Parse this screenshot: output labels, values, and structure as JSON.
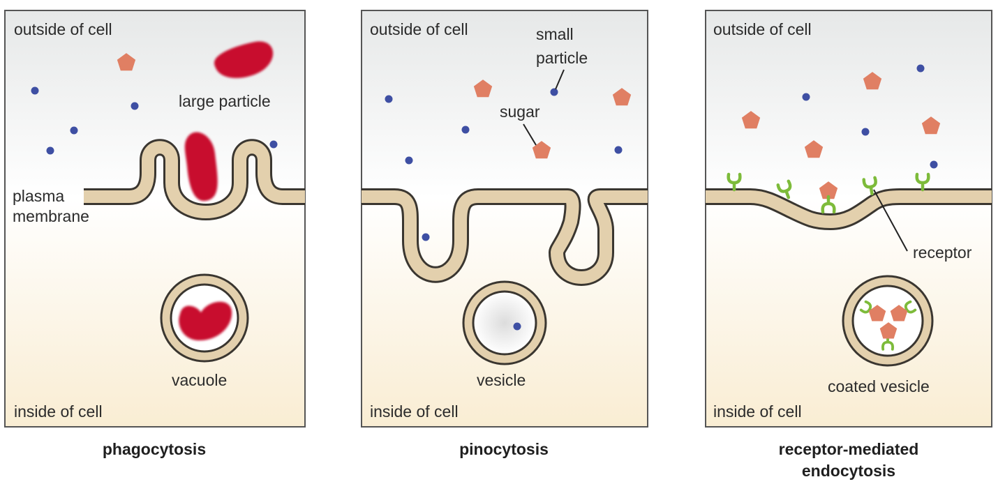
{
  "colors": {
    "membrane_fill": "#e3d0ad",
    "membrane_stroke": "#3a3630",
    "outside_tint": "#e9eaea",
    "inside_tint": "#faf0d8",
    "large_particle": "#c8102e",
    "sugar": "#e07f63",
    "small_particle": "#3e4fa3",
    "receptor": "#7dbb3a"
  },
  "panels": [
    {
      "caption": "phagocytosis",
      "outside_label": "outside of cell",
      "inside_label": "inside of cell",
      "labels": {
        "large_particle": "large particle",
        "plasma_membrane_line1": "plasma",
        "plasma_membrane_line2": "membrane",
        "vacuole": "vacuole"
      }
    },
    {
      "caption": "pinocytosis",
      "outside_label": "outside of cell",
      "inside_label": "inside of cell",
      "labels": {
        "small_particle_line1": "small",
        "small_particle_line2": "particle",
        "sugar": "sugar",
        "vesicle": "vesicle"
      }
    },
    {
      "caption_line1": "receptor-mediated",
      "caption_line2": "endocytosis",
      "outside_label": "outside of cell",
      "inside_label": "inside of cell",
      "labels": {
        "receptor": "receptor",
        "coated_vesicle": "coated vesicle"
      }
    }
  ]
}
